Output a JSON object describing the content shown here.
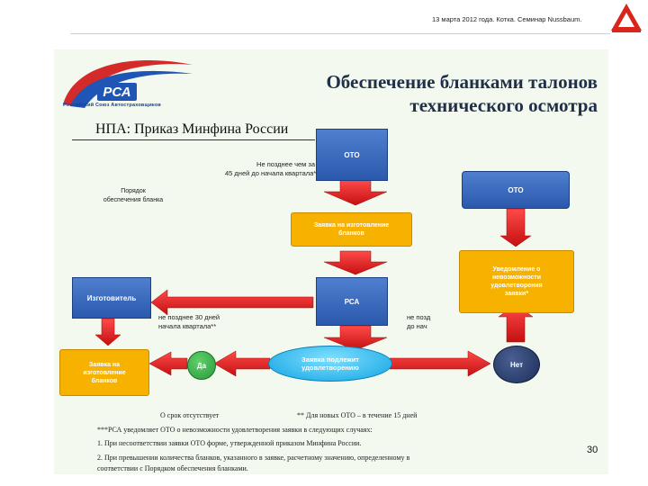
{
  "header": {
    "text": "13 марта 2012 года. Котка. Семинар Nussbaum."
  },
  "slide": {
    "rsa_caption": "Российский Союз Автостраховщиков",
    "title_line1": "Обеспечение бланками талонов",
    "title_line2": "технического осмотра",
    "subtitle": "НПА: Приказ Минфина России"
  },
  "diagram": {
    "oto_top": "ОТО",
    "oto_right": "ОТО",
    "deadline_45_line1": "Не позднее чем за",
    "deadline_45_line2": "45 дней до начала квартала*",
    "procedure_line1": "Порядок",
    "procedure_line2": "обеспечения бланка",
    "request_production_line1": "Заявка на изготовление",
    "request_production_line2": "бланков",
    "notice_line1": "Уведомление о",
    "notice_line2": "невозможности",
    "notice_line3": "удовлетворения",
    "notice_line4": "заявки*",
    "manufacturer": "Изготовитель",
    "rsa": "РСА",
    "deadline_30_line1": "не позднее 30 дней",
    "deadline_30_line2": "начала квартала**",
    "deadline_right_line1": "не позд",
    "deadline_right_line2": "до нач",
    "request_left_line1": "Заявка на",
    "request_left_line2": "изготовление",
    "request_left_line3": "бланков",
    "yes": "Да",
    "no": "Нет",
    "oval_line1": "Заявка подлежит",
    "oval_line2": "удовлетворению"
  },
  "notes": {
    "line1_a": "О срок отсутствует",
    "line1_b": "** Для новых ОТО – в течение 15 дней",
    "line2": "***РСА уведомляет ОТО о невозможности удовлетворения заявки в следующих случаях:",
    "line3": "1.  При несоответствии заявки ОТО форме, утвержденной  приказом Минфина России.",
    "line4": "2.  При превышении количества бланков, указанного в заявке, расчетному значению, определенному в",
    "line5": "     соответствии с Порядком обеспечения бланками."
  },
  "page_number": "30",
  "colors": {
    "box_blue": "#2b59ad",
    "scroll_orange": "#f7b200",
    "arrow_red": "#e02020",
    "oval_cyan": "#12a3e3",
    "yes_green": "#2a9a3a",
    "no_navy": "#1c2f5a"
  }
}
